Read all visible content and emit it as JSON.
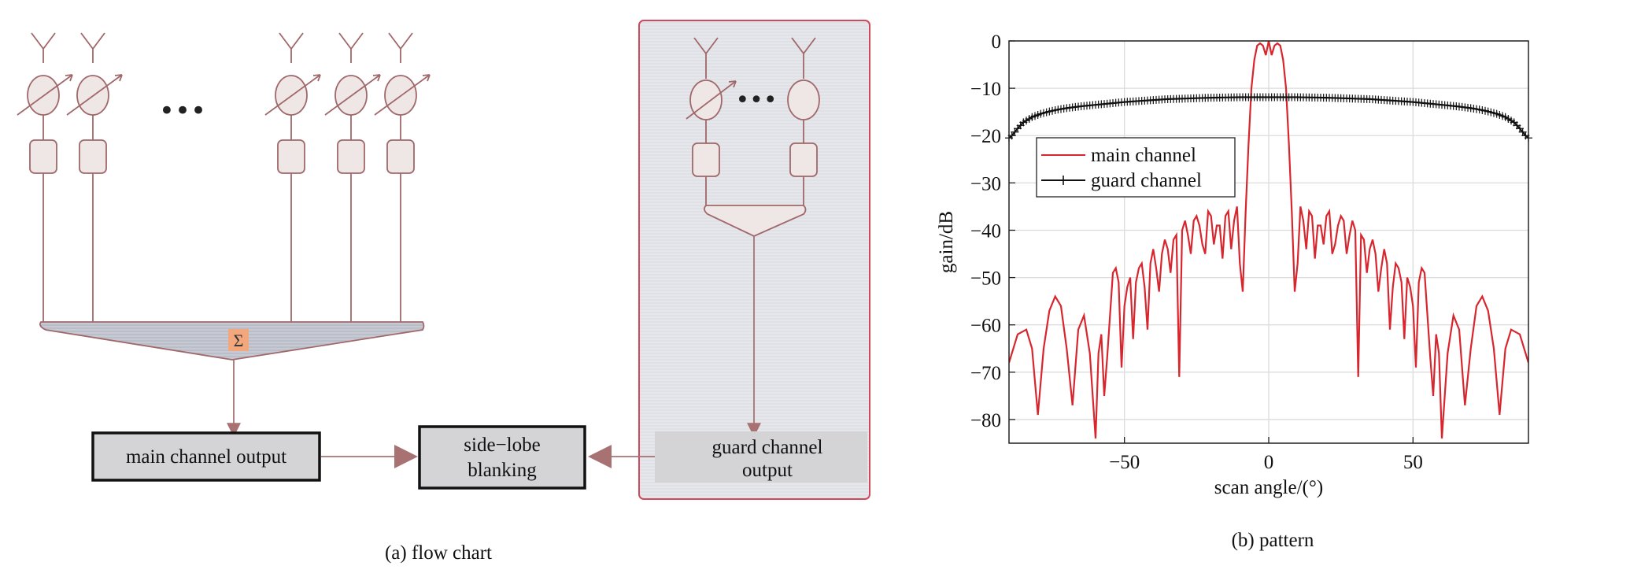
{
  "flow_chart": {
    "ellipsis": "•••",
    "sum_symbol": "Σ",
    "main_output_label": "main channel output",
    "blanking_label_line1": "side−lobe",
    "blanking_label_line2": "blanking",
    "guard_output_line1": "guard channel",
    "guard_output_line2": "output",
    "caption": "(a) flow chart",
    "colors": {
      "line": "#a0686a",
      "component_fill": "#efe6e6",
      "combiner_fill": "#c9ccd4",
      "sum_box": "#f2a77c",
      "guard_panel_fill": "#e7e8ec",
      "guard_panel_border": "#d0485c",
      "output_fill": "#d4d4d6",
      "arrow": "#a87272"
    }
  },
  "chart_data": {
    "type": "line",
    "caption": "(b) pattern",
    "xlabel": "scan angle/(°)",
    "ylabel": "gain/dB",
    "xlim": [
      -90,
      90
    ],
    "ylim": [
      -85,
      0
    ],
    "xticks": [
      -50,
      0,
      50
    ],
    "xtick_labels": [
      "−50",
      "0",
      "50"
    ],
    "yticks": [
      0,
      -10,
      -20,
      -30,
      -40,
      -50,
      -60,
      -70,
      -80
    ],
    "ytick_labels": [
      "0",
      "−10",
      "−20",
      "−30",
      "−40",
      "−50",
      "−60",
      "−70",
      "−80"
    ],
    "grid": true,
    "legend_position": "upper-left",
    "series": [
      {
        "name": "main channel",
        "color": "#d7262e",
        "x": [
          -90,
          -87,
          -84,
          -82,
          -80,
          -78,
          -76,
          -74,
          -72,
          -70,
          -68,
          -66,
          -64,
          -62,
          -60,
          -59,
          -58,
          -57,
          -56,
          -54,
          -53,
          -52,
          -51,
          -50,
          -49,
          -48,
          -47,
          -46,
          -45,
          -44,
          -43,
          -42,
          -41,
          -40,
          -39,
          -38,
          -37,
          -36,
          -35,
          -34,
          -33,
          -32,
          -31,
          -30,
          -29,
          -28,
          -27,
          -26,
          -25,
          -24,
          -23,
          -22,
          -21,
          -20,
          -19,
          -18,
          -17,
          -16,
          -15,
          -14,
          -13,
          -12,
          -11,
          -10,
          -9,
          -8,
          -7,
          -6,
          -5,
          -4,
          -3,
          -2,
          -1,
          0,
          1,
          2,
          3,
          4,
          5,
          6,
          7,
          8,
          9,
          10,
          11,
          12,
          13,
          14,
          15,
          16,
          17,
          18,
          19,
          20,
          21,
          22,
          23,
          24,
          25,
          26,
          27,
          28,
          29,
          30,
          31,
          32,
          33,
          34,
          35,
          36,
          37,
          38,
          39,
          40,
          41,
          42,
          43,
          44,
          45,
          46,
          47,
          48,
          49,
          50,
          51,
          52,
          53,
          54,
          56,
          57,
          58,
          59,
          60,
          62,
          64,
          66,
          68,
          70,
          72,
          74,
          76,
          78,
          80,
          82,
          84,
          87,
          90
        ],
        "y": [
          -68,
          -62,
          -61,
          -65,
          -79,
          -65,
          -57,
          -54,
          -56,
          -65,
          -77,
          -61,
          -58,
          -66,
          -84,
          -66,
          -62,
          -75,
          -67,
          -49,
          -48,
          -51,
          -69,
          -56,
          -52,
          -50,
          -63,
          -51,
          -48,
          -47,
          -52,
          -61,
          -47,
          -44,
          -48,
          -53,
          -45,
          -42,
          -44,
          -49,
          -42,
          -41,
          -71,
          -40,
          -38,
          -41,
          -45,
          -38,
          -37,
          -39,
          -43,
          -45,
          -36,
          -37,
          -43,
          -39,
          -39,
          -46,
          -37,
          -36,
          -44,
          -38,
          -35,
          -47,
          -53,
          -36,
          -22,
          -10,
          -4,
          -1,
          -0.5,
          -1,
          -3,
          0,
          -3,
          -1,
          -0.5,
          -1,
          -4,
          -10,
          -22,
          -36,
          -53,
          -47,
          -35,
          -38,
          -44,
          -36,
          -37,
          -46,
          -39,
          -39,
          -43,
          -37,
          -36,
          -45,
          -43,
          -39,
          -37,
          -38,
          -45,
          -41,
          -38,
          -40,
          -71,
          -41,
          -42,
          -49,
          -44,
          -42,
          -45,
          -53,
          -48,
          -44,
          -47,
          -61,
          -52,
          -47,
          -48,
          -51,
          -63,
          -50,
          -52,
          -56,
          -69,
          -51,
          -48,
          -49,
          -67,
          -75,
          -62,
          -66,
          -84,
          -66,
          -58,
          -61,
          -77,
          -65,
          -56,
          -54,
          -57,
          -65,
          -79,
          -65,
          -61,
          -62,
          -68
        ]
      },
      {
        "name": "guard channel",
        "color": "#111111",
        "marker": "+",
        "x": [
          -90,
          -89,
          -87,
          -85,
          -82,
          -79,
          -76,
          -73,
          -70,
          -65,
          -60,
          -55,
          -50,
          -45,
          -40,
          -35,
          -30,
          -25,
          -20,
          -15,
          -10,
          -5,
          0,
          5,
          10,
          15,
          20,
          25,
          30,
          35,
          40,
          45,
          50,
          55,
          60,
          65,
          70,
          73,
          76,
          79,
          82,
          85,
          87,
          89,
          90
        ],
        "y": [
          -20.5,
          -20,
          -18.5,
          -17.2,
          -16.1,
          -15.4,
          -14.9,
          -14.5,
          -14.2,
          -13.8,
          -13.5,
          -13.2,
          -12.9,
          -12.7,
          -12.5,
          -12.3,
          -12.2,
          -12.1,
          -12.0,
          -11.95,
          -11.9,
          -11.9,
          -11.9,
          -11.9,
          -11.9,
          -11.95,
          -12.0,
          -12.1,
          -12.2,
          -12.3,
          -12.5,
          -12.7,
          -12.9,
          -13.2,
          -13.5,
          -13.8,
          -14.2,
          -14.5,
          -14.9,
          -15.4,
          -16.1,
          -17.2,
          -18.5,
          -20,
          -20.5
        ]
      }
    ]
  }
}
